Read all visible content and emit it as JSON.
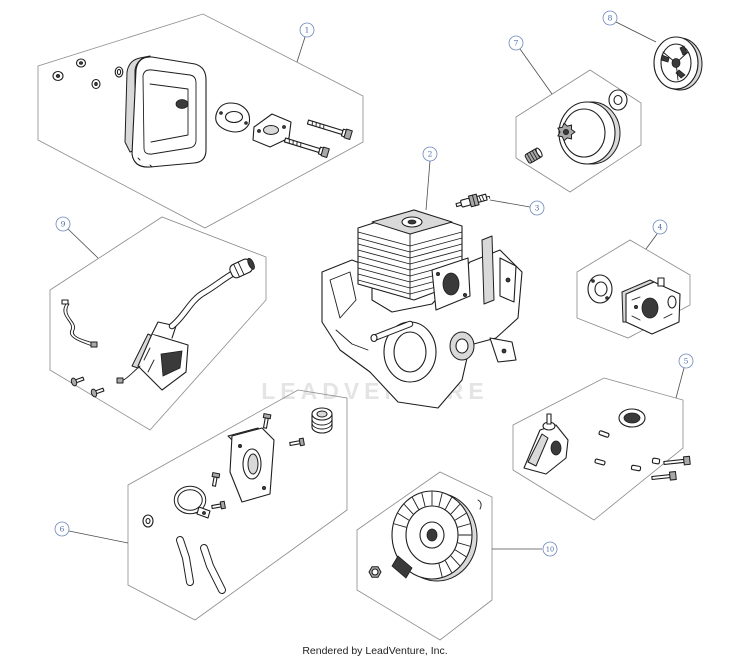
{
  "diagram": {
    "callouts": [
      "1",
      "2",
      "3",
      "4",
      "5",
      "6",
      "7",
      "8",
      "9",
      "10"
    ]
  },
  "watermark": "LEADVENTURE",
  "footer": {
    "credit": "Rendered by LeadVenture, Inc."
  },
  "colors": {
    "callout_ring": "#6d88bb",
    "callout_text": "#4d6ea8",
    "group_outline": "#8a8a8a",
    "part_line": "#1e1e1e"
  }
}
